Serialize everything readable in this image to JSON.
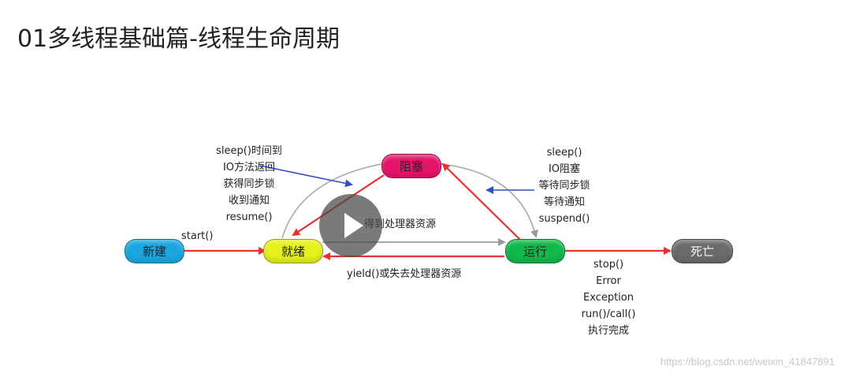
{
  "title": "01多线程基础篇-线程生命周期",
  "nodes": {
    "new": {
      "label": "新建",
      "color": "#1aa7e0"
    },
    "ready": {
      "label": "就绪",
      "color": "#e6f21c"
    },
    "blocked": {
      "label": "阻塞",
      "color": "#e6156a"
    },
    "running": {
      "label": "运行",
      "color": "#12b84a"
    },
    "dead": {
      "label": "死亡",
      "color": "#6b6b6b"
    }
  },
  "labels": {
    "start": "start()",
    "blocked_to_ready": [
      "sleep()时间到",
      "IO方法返回",
      "获得同步锁",
      "收到通知",
      "resume()"
    ],
    "running_to_blocked": [
      "sleep()",
      "IO阻塞",
      "等待同步锁",
      "等待通知",
      "suspend()"
    ],
    "ready_to_running": "得到处理器资源",
    "running_to_ready": "yield()或失去处理器资源",
    "running_to_dead": [
      "stop()",
      "Error",
      "Exception",
      "run()/call()",
      "执行完成"
    ]
  },
  "colors": {
    "red_arrow": "#e8312f",
    "blue_arrow": "#2f4fc8",
    "gray_arrow": "#9a9a9a"
  },
  "watermark": "https://blog.csdn.net/weixin_41847891",
  "play_icon": "play-icon"
}
